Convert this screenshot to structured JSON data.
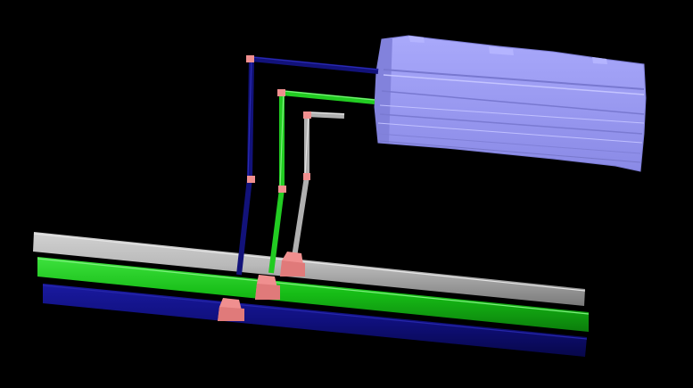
{
  "colors": {
    "background": "#000000",
    "rail_gray": "#b4b4b4",
    "rail_green": "#18c018",
    "rail_blue": "#10107e",
    "pipe_gray": "#b0b0b0",
    "pipe_green": "#22cc22",
    "pipe_blue": "#12127a",
    "tee": "#f08f8f",
    "device": "#9d9df6"
  },
  "components": [
    {
      "id": "gray-rail",
      "kind": "header-pipe",
      "color": "gray"
    },
    {
      "id": "green-rail",
      "kind": "header-pipe",
      "color": "green"
    },
    {
      "id": "blue-rail",
      "kind": "header-pipe",
      "color": "blue"
    },
    {
      "id": "gray-branch",
      "kind": "branch-pipe",
      "color": "gray"
    },
    {
      "id": "green-branch",
      "kind": "branch-pipe",
      "color": "green"
    },
    {
      "id": "blue-branch",
      "kind": "branch-pipe",
      "color": "blue"
    },
    {
      "id": "equipment-unit",
      "kind": "device",
      "color": "lavender"
    }
  ]
}
